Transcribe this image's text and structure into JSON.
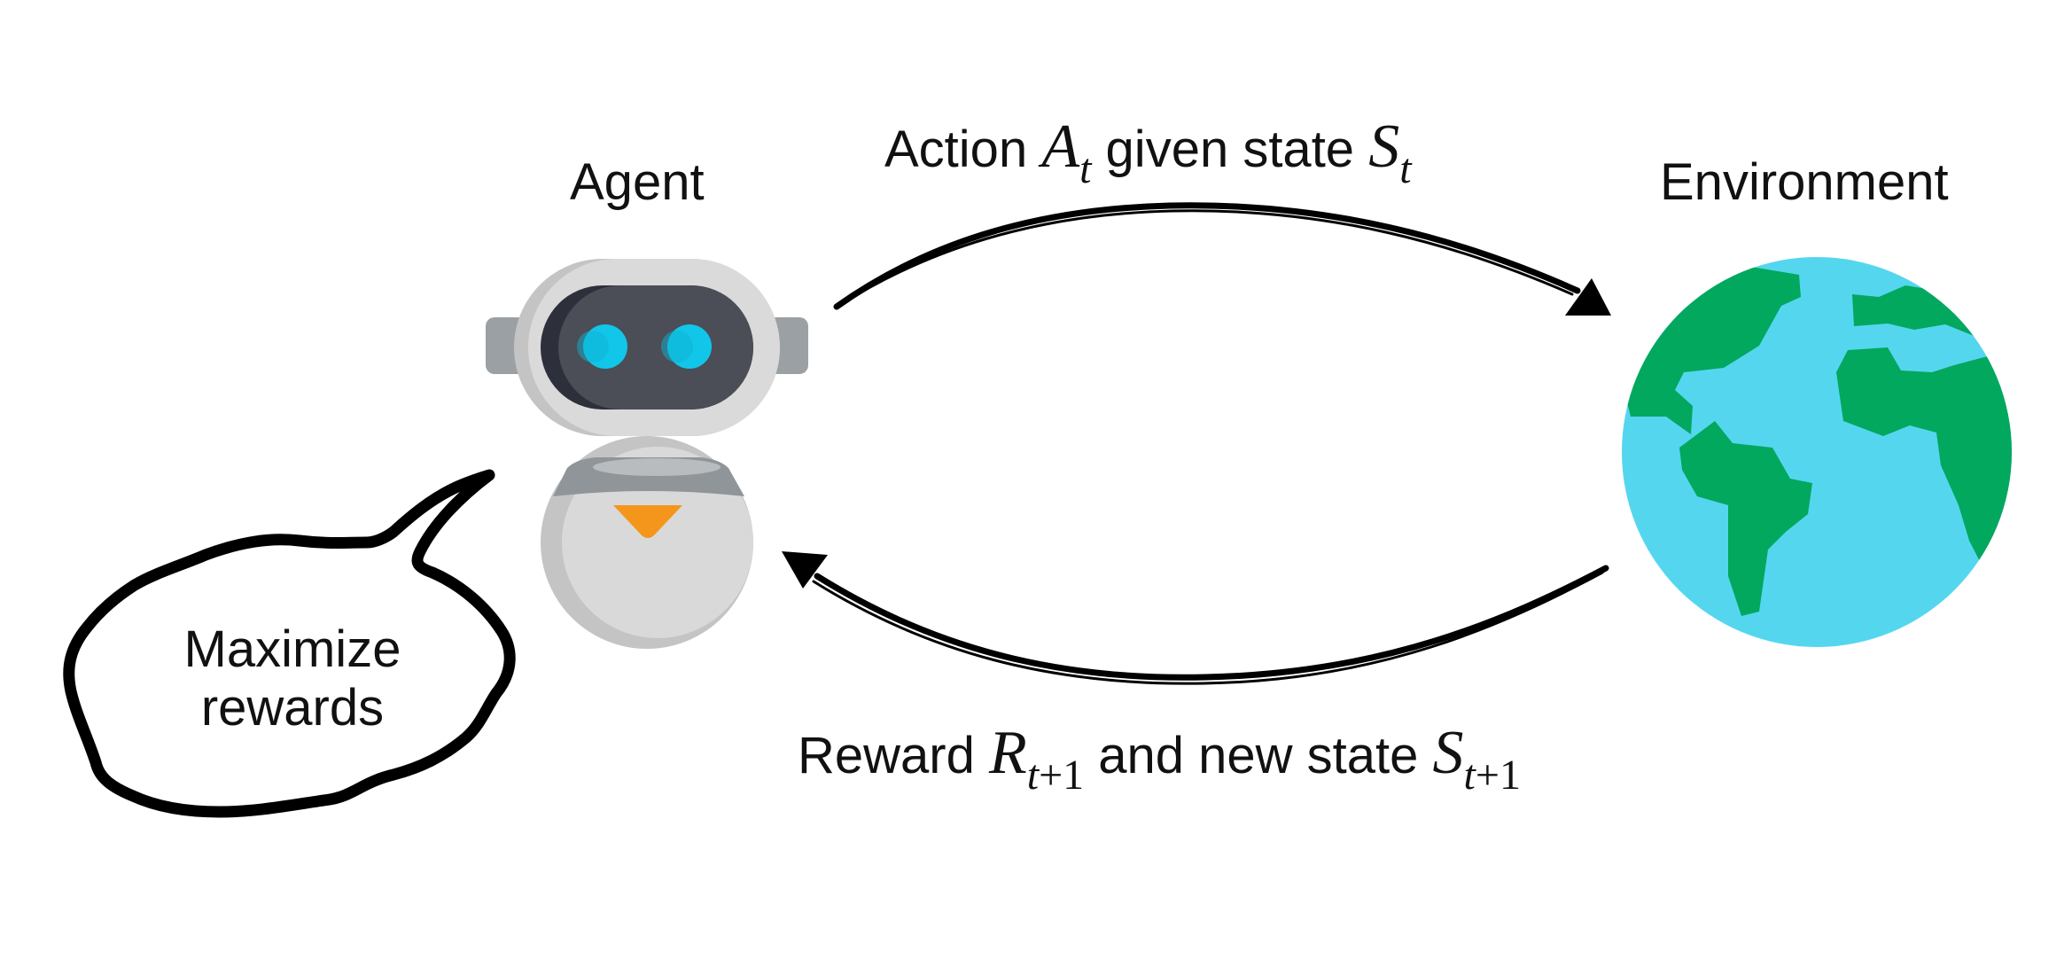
{
  "agent": {
    "label": "Agent"
  },
  "environment": {
    "label": "Environment"
  },
  "action_arrow": {
    "prefix": "Action ",
    "action_symbol": "A",
    "action_sub": "t",
    "middle": " given state ",
    "state_symbol": "S",
    "state_sub": "t"
  },
  "reward_arrow": {
    "prefix": "Reward ",
    "reward_symbol": "R",
    "reward_sub_var": "t",
    "reward_sub_rest": "+1",
    "middle": " and new state ",
    "state_symbol": "S",
    "state_sub_var": "t",
    "state_sub_rest": "+1"
  },
  "thought_bubble": {
    "line1": "Maximize",
    "line2": "rewards"
  },
  "colors": {
    "robot_shell": "#d9d9d9",
    "robot_shadow": "#c2c2c2",
    "robot_visor": "#4a4c56",
    "robot_eye": "#11c6e8",
    "robot_collar": "#8e9497",
    "robot_accent": "#f5961c",
    "ocean": "#55d6ef",
    "land": "#01a85e",
    "ink": "#000000"
  }
}
